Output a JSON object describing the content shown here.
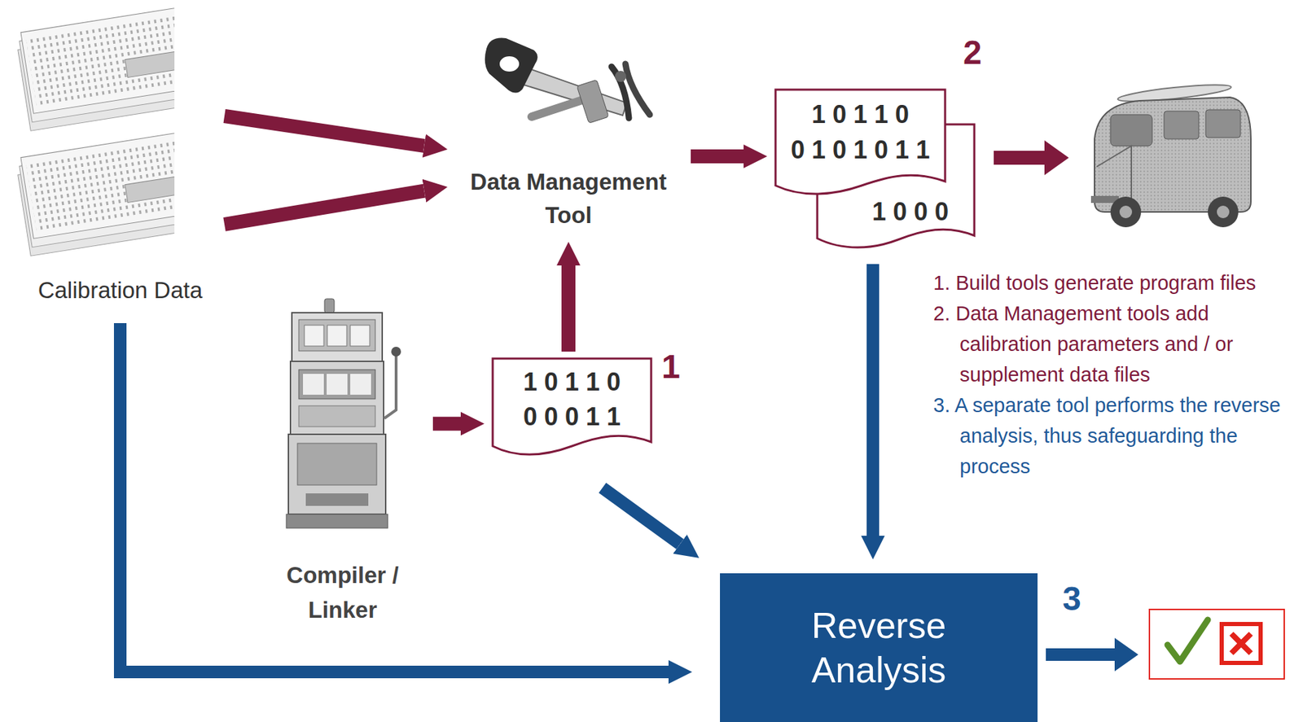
{
  "diagram": {
    "nodes": [
      {
        "text": [
          "Calibration Data"
        ]
      },
      {
        "text": [
          "Data Management Tool"
        ]
      },
      {
        "text": [
          "1 0 1 1 0",
          "0 1 0 1 0 1 1",
          "1 0 0 0"
        ]
      },
      {
        "text": [
          "Compiler / Linker"
        ]
      },
      {
        "text": [
          "1 0 1 1 0",
          "0 0 0 1 1"
        ]
      },
      {
        "text": [
          "Reverse Analysis"
        ]
      }
    ],
    "edges": [
      {
        "from": 0,
        "to": 1,
        "arrow": "to"
      },
      {
        "from": 0,
        "to": 1,
        "arrow": "to"
      },
      {
        "from": 1,
        "to": 2,
        "arrow": "to"
      },
      {
        "from": 4,
        "to": 1,
        "arrow": "to"
      },
      {
        "from": 3,
        "to": 4,
        "arrow": "to"
      },
      {
        "from": 2,
        "to": 5,
        "arrow": "to"
      },
      {
        "from": 4,
        "to": 5,
        "arrow": "to"
      },
      {
        "from": 0,
        "to": 5,
        "arrow": "to"
      }
    ],
    "labels": [
      "2",
      "1. Build tools generate program files",
      "2. Data Management tools add calibration parameters and / or supplement data files",
      "3. A separate tool performs the reverse analysis, thus safeguarding the process",
      "1",
      "3"
    ]
  }
}
